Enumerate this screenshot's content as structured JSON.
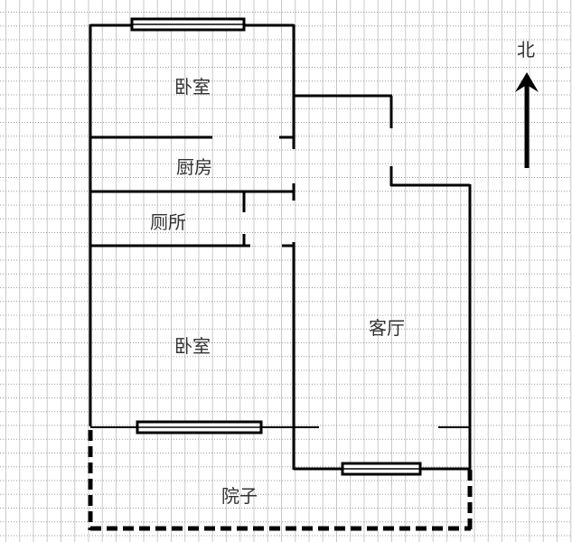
{
  "rooms": {
    "bedroom_north": "卧室",
    "kitchen": "厨房",
    "toilet": "厕所",
    "bedroom_south": "卧室",
    "living_room": "客厅",
    "yard": "院子"
  },
  "compass": {
    "label": "北",
    "icon": "north-arrow-icon"
  },
  "colors": {
    "wall": "#000000",
    "grid": "#c8c8c8",
    "text": "#333333"
  }
}
